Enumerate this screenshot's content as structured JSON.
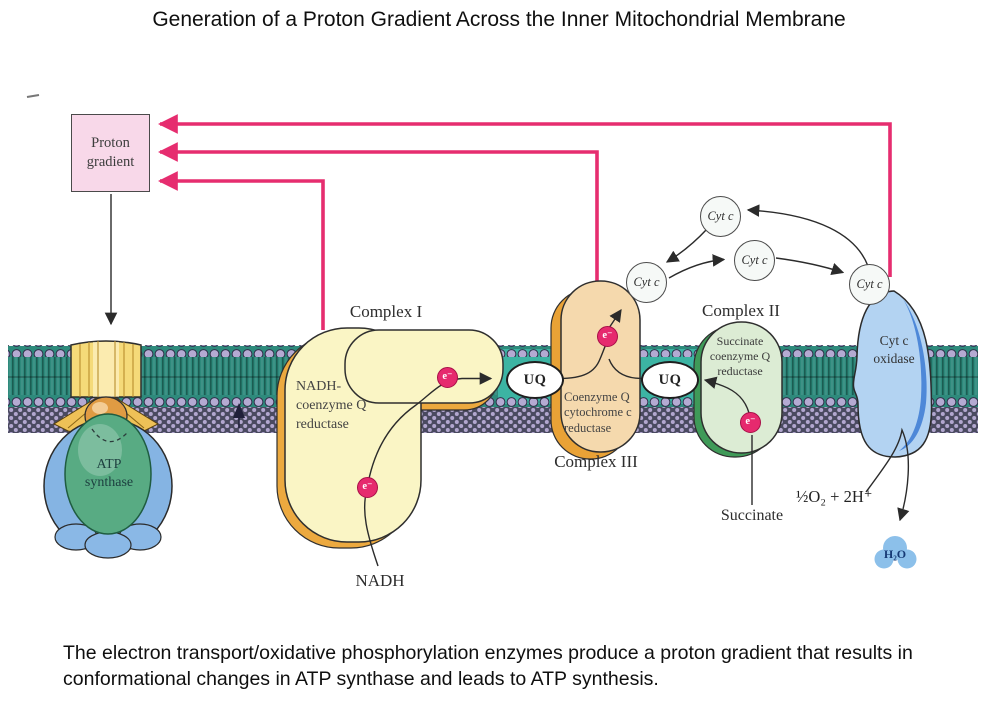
{
  "title": "Generation of a Proton Gradient Across the Inner Mitochondrial Membrane",
  "caption": "The electron transport/oxidative phosphorylation enzymes produce a proton gradient that results in conformational changes in ATP synthase and leads to ATP synthesis.",
  "diagram": {
    "proton_gradient": "Proton gradient",
    "complex1": {
      "label": "Complex I",
      "enzyme": "NADH-\ncoenzyme Q\nreductase",
      "substrate": "NADH"
    },
    "complex3": {
      "label": "Complex III",
      "enzyme": "Coenzyme Q\ncytochrome c\nreductase"
    },
    "complex2": {
      "label": "Complex II",
      "enzyme": "Succinate\ncoenzyme Q\nreductase",
      "substrate": "Succinate"
    },
    "cytc_oxidase": "Cyt c\noxidase",
    "ubiquinone": "UQ",
    "cytochrome_c": "Cyt c",
    "electron": "e⁻",
    "atp_synthase": "ATP\nsynthase",
    "oxygen_reduction": "½O₂ + 2H⁺",
    "water": "H₂O"
  },
  "colors": {
    "proton_arrow": "#e62d6f",
    "membrane_teal": "#2e8a7c",
    "uq_pocket_teal": "#3cb4a3",
    "lipid_head_lavender": "#b4aad2",
    "complex1_fill": "#faf5c5",
    "complex1_shadow": "#eca93f",
    "complex3_fill": "#f5d9ad",
    "complex2_fill": "#dcecd4",
    "complex2_shadow": "#3f9a58",
    "oxidase_fill": "#b3d3f2",
    "oxidase_streak": "#4e88d8",
    "electron_pink": "#e62a6e",
    "proton_box_fill": "#f8d8e9",
    "atp_green": "#58ab83",
    "atp_blue": "#85b4e3"
  }
}
